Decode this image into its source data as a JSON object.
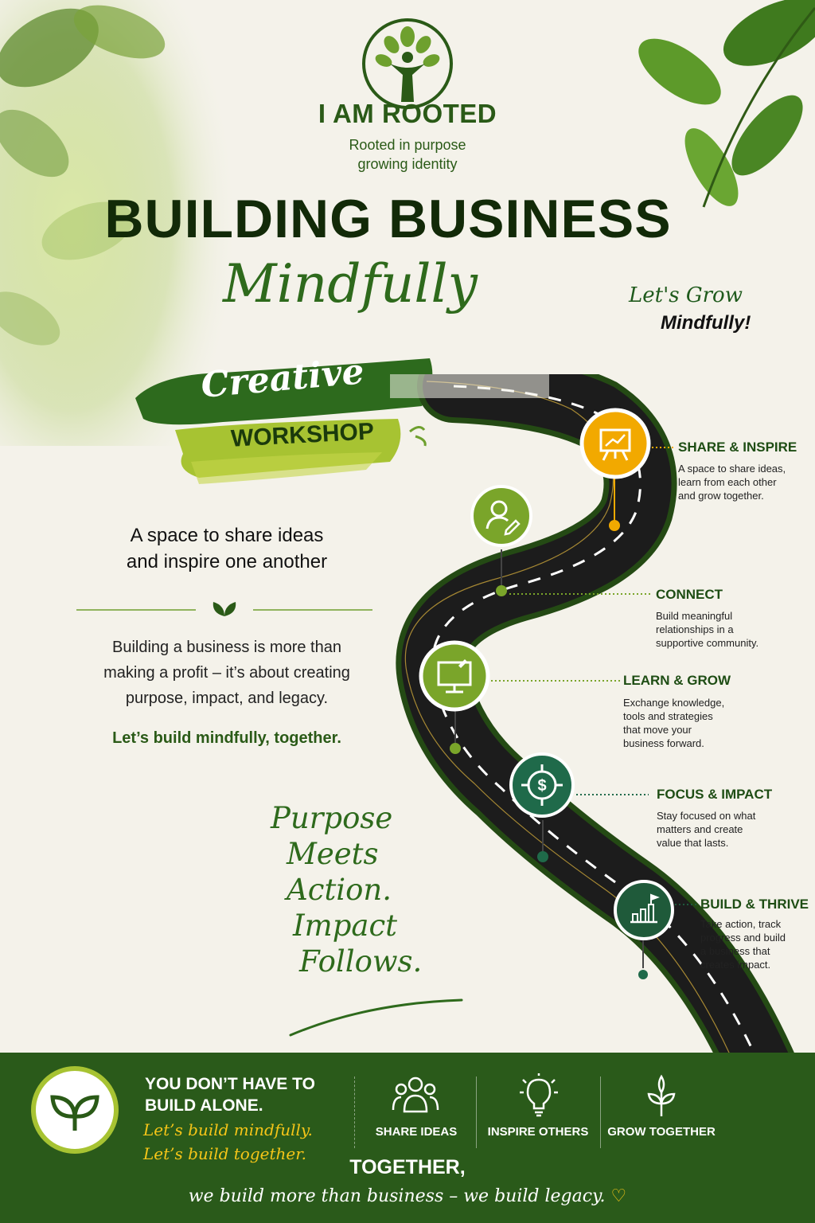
{
  "brand": {
    "name": "I AM ROOTED",
    "tagline_line1": "Rooted in purpose",
    "tagline_line2": "growing identity",
    "logo_icon": "tree-person-icon"
  },
  "headline": {
    "line1": "BUILDING BUSINESS",
    "line2": "Mindfully"
  },
  "grow_tag": {
    "line1": "Let's Grow",
    "line2": "Mindfully!"
  },
  "badge": {
    "script": "Creative",
    "caps": "WORKSHOP"
  },
  "intro": {
    "line1": "A space to share ideas",
    "line2": "and inspire one another"
  },
  "body": {
    "line1": "Building a business is more than",
    "line2": "making a profit – it’s about creating",
    "line3": "purpose, impact, and legacy.",
    "cta": "Let’s build mindfully, together."
  },
  "quote": {
    "line1": "Purpose",
    "line2": "Meets",
    "line3": "Action.",
    "line4": "Impact",
    "line5": "Follows."
  },
  "steps": [
    {
      "title": "SHARE & INSPIRE",
      "desc1": "A space to share ideas,",
      "desc2": "learn from each other",
      "desc3": "and grow together.",
      "desc4": "",
      "icon": "presentation-board-icon",
      "color": "#f2a900"
    },
    {
      "title": "CONNECT",
      "desc1": "Build meaningful",
      "desc2": "relationships in a",
      "desc3": "supportive community.",
      "desc4": "",
      "icon": "person-edit-icon",
      "color": "#7aa52a"
    },
    {
      "title": "LEARN & GROW",
      "desc1": "Exchange knowledge,",
      "desc2": "tools and strategies",
      "desc3": "that move your",
      "desc4": "business forward.",
      "icon": "monitor-pen-icon",
      "color": "#7aa52a"
    },
    {
      "title": "FOCUS & IMPACT",
      "desc1": "Stay focused on what",
      "desc2": "matters and create",
      "desc3": "value that lasts.",
      "desc4": "",
      "icon": "dollar-target-icon",
      "color": "#1f6a4a"
    },
    {
      "title": "BUILD & THRIVE",
      "desc1": "Take action, track",
      "desc2": "progress and build",
      "desc3": "a business that",
      "desc4": "creates impact.",
      "icon": "growth-chart-icon",
      "color": "#1f5a3a"
    }
  ],
  "footer": {
    "head_line1": "YOU DON’T HAVE TO",
    "head_line2": "BUILD ALONE.",
    "script_line1": "Let’s build mindfully.",
    "script_line2": "Let’s build together.",
    "items": [
      {
        "label": "SHARE IDEAS",
        "icon": "people-group-icon"
      },
      {
        "label": "INSPIRE OTHERS",
        "icon": "lightbulb-icon"
      },
      {
        "label": "GROW TOGETHER",
        "icon": "sprout-icon"
      }
    ],
    "together": "TOGETHER,",
    "legacy": "we build more than business – we build legacy.",
    "heart": "♡"
  },
  "colors": {
    "dark_green": "#2a5a1a",
    "leaf_green": "#7aa52a",
    "gold": "#f2a900",
    "teal": "#1f6a4a"
  }
}
